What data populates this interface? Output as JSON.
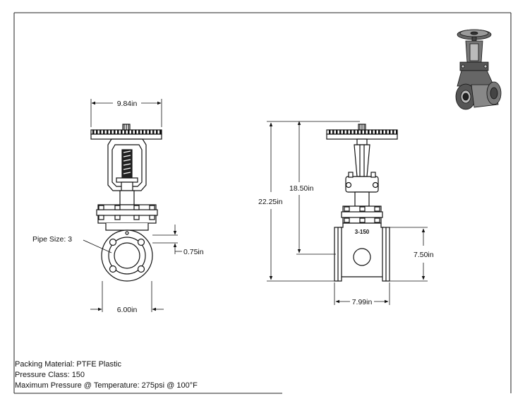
{
  "dimensions": {
    "handwheel_width": "9.84in",
    "pipe_size": "Pipe Size: 3",
    "flange_thickness": "0.75in",
    "bolt_span": "6.00in",
    "overall_height": "22.25in",
    "stem_height": "18.50in",
    "body_height": "7.50in",
    "face_to_face": "7.99in"
  },
  "body_marking": "3-150",
  "specs": {
    "packing_material": "Packing Material: PTFE Plastic",
    "pressure_class": "Pressure Class: 150",
    "max_pressure": "Maximum Pressure @ Temperature: 275psi @ 100°F"
  }
}
